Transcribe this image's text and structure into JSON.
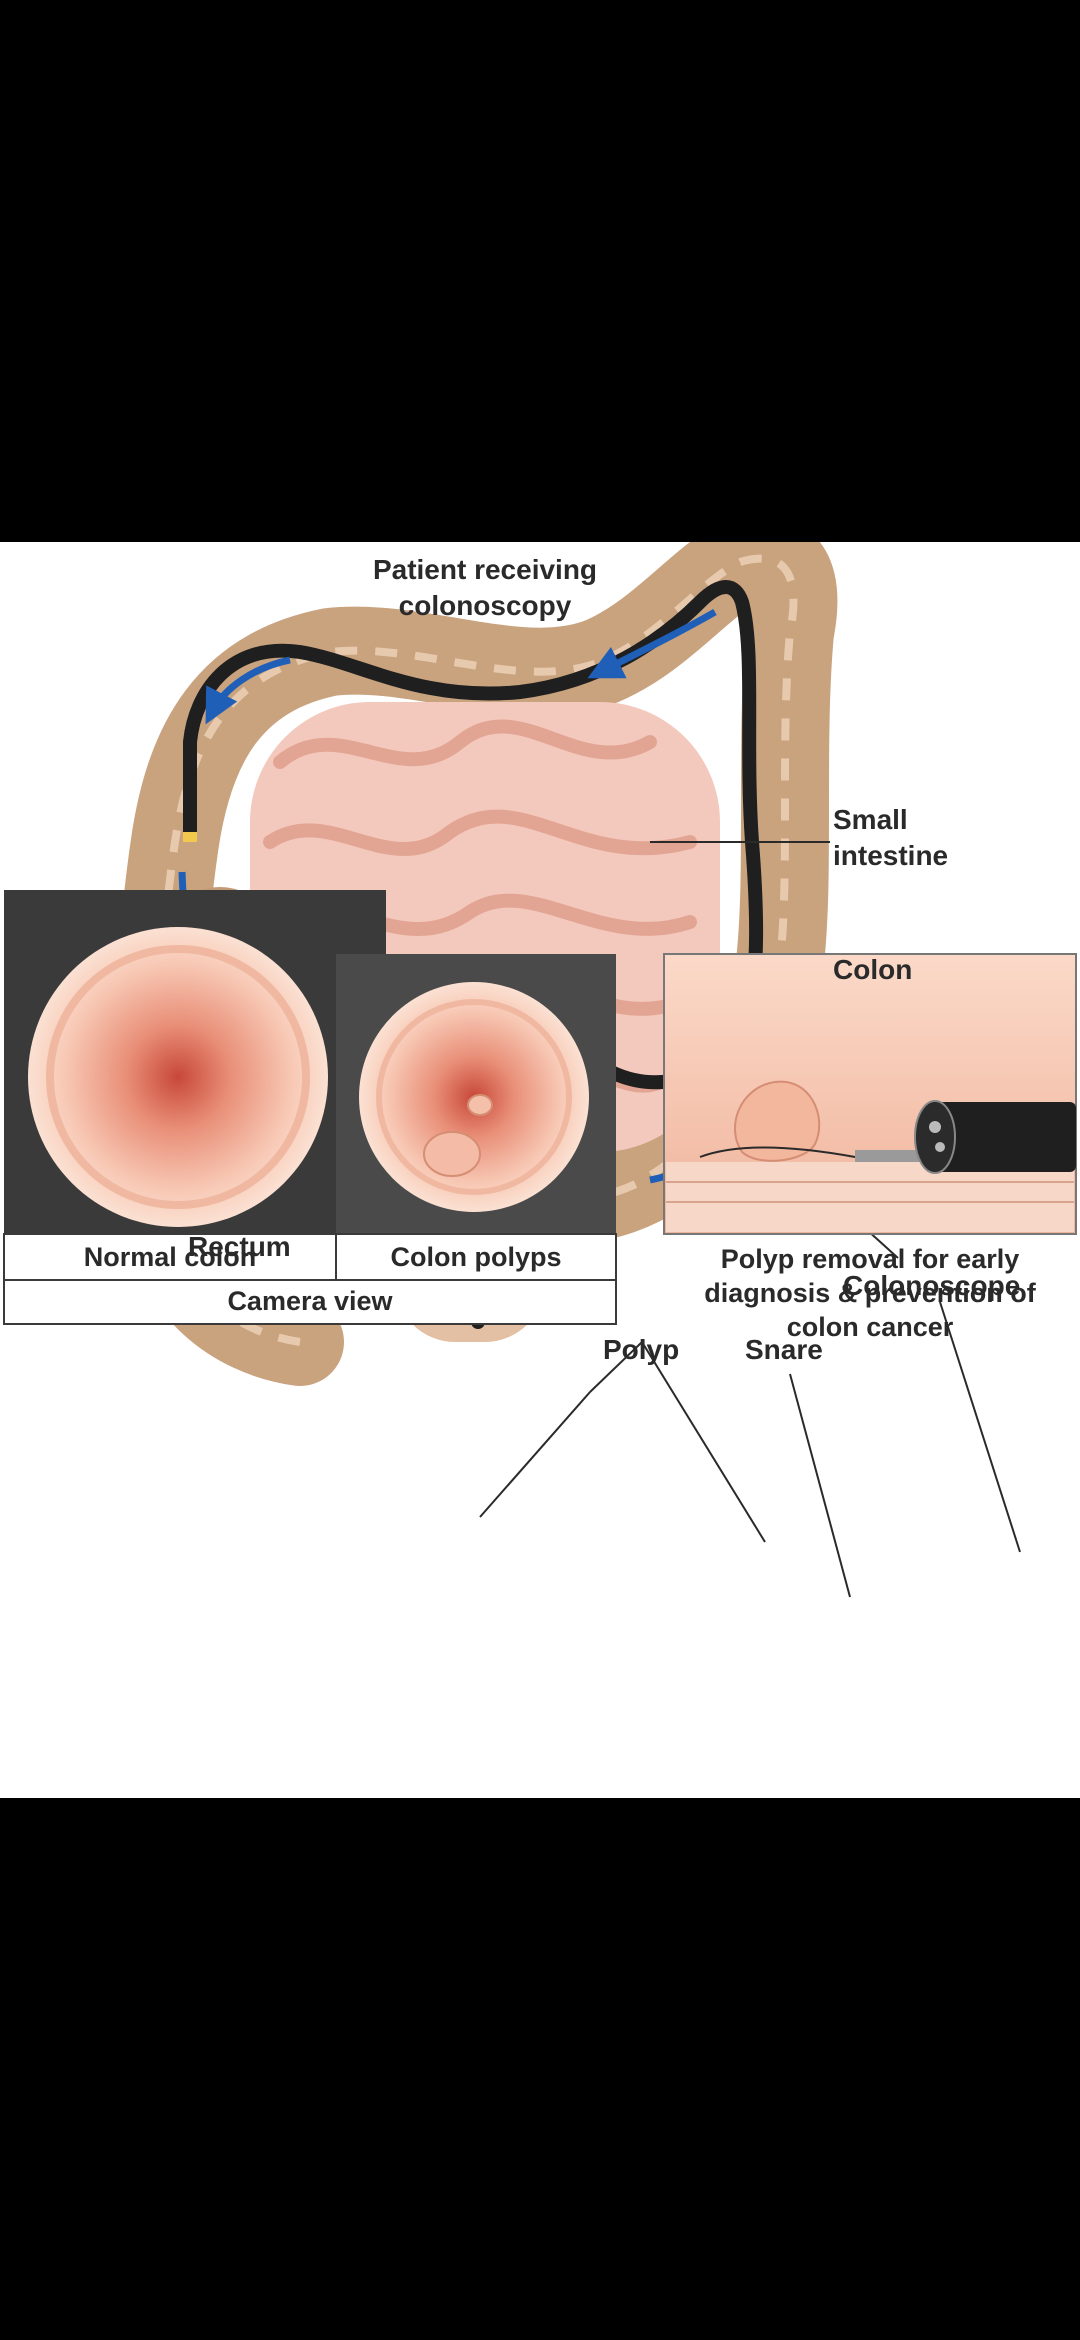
{
  "labels": {
    "patient_receiving": "Patient receiving colonoscopy",
    "small_intestine": "Small intestine",
    "colon": "Colon",
    "rectum": "Rectum",
    "colonoscope": "Colonoscope",
    "polyp": "Polyp",
    "snare": "Snare"
  },
  "captions": {
    "normal_colon": "Normal colon",
    "colon_polyps": "Colon polyps",
    "camera_view": "Camera view",
    "polyp_removal": "Polyp removal for early diagnosis & prevention of colon cancer"
  },
  "colors": {
    "colon": "#c9a27e",
    "intestine": "#f2c1b4",
    "scope": "#1f1f1f",
    "arrow": "#1f5fb8",
    "camera_bg": "#3a3a3a"
  }
}
